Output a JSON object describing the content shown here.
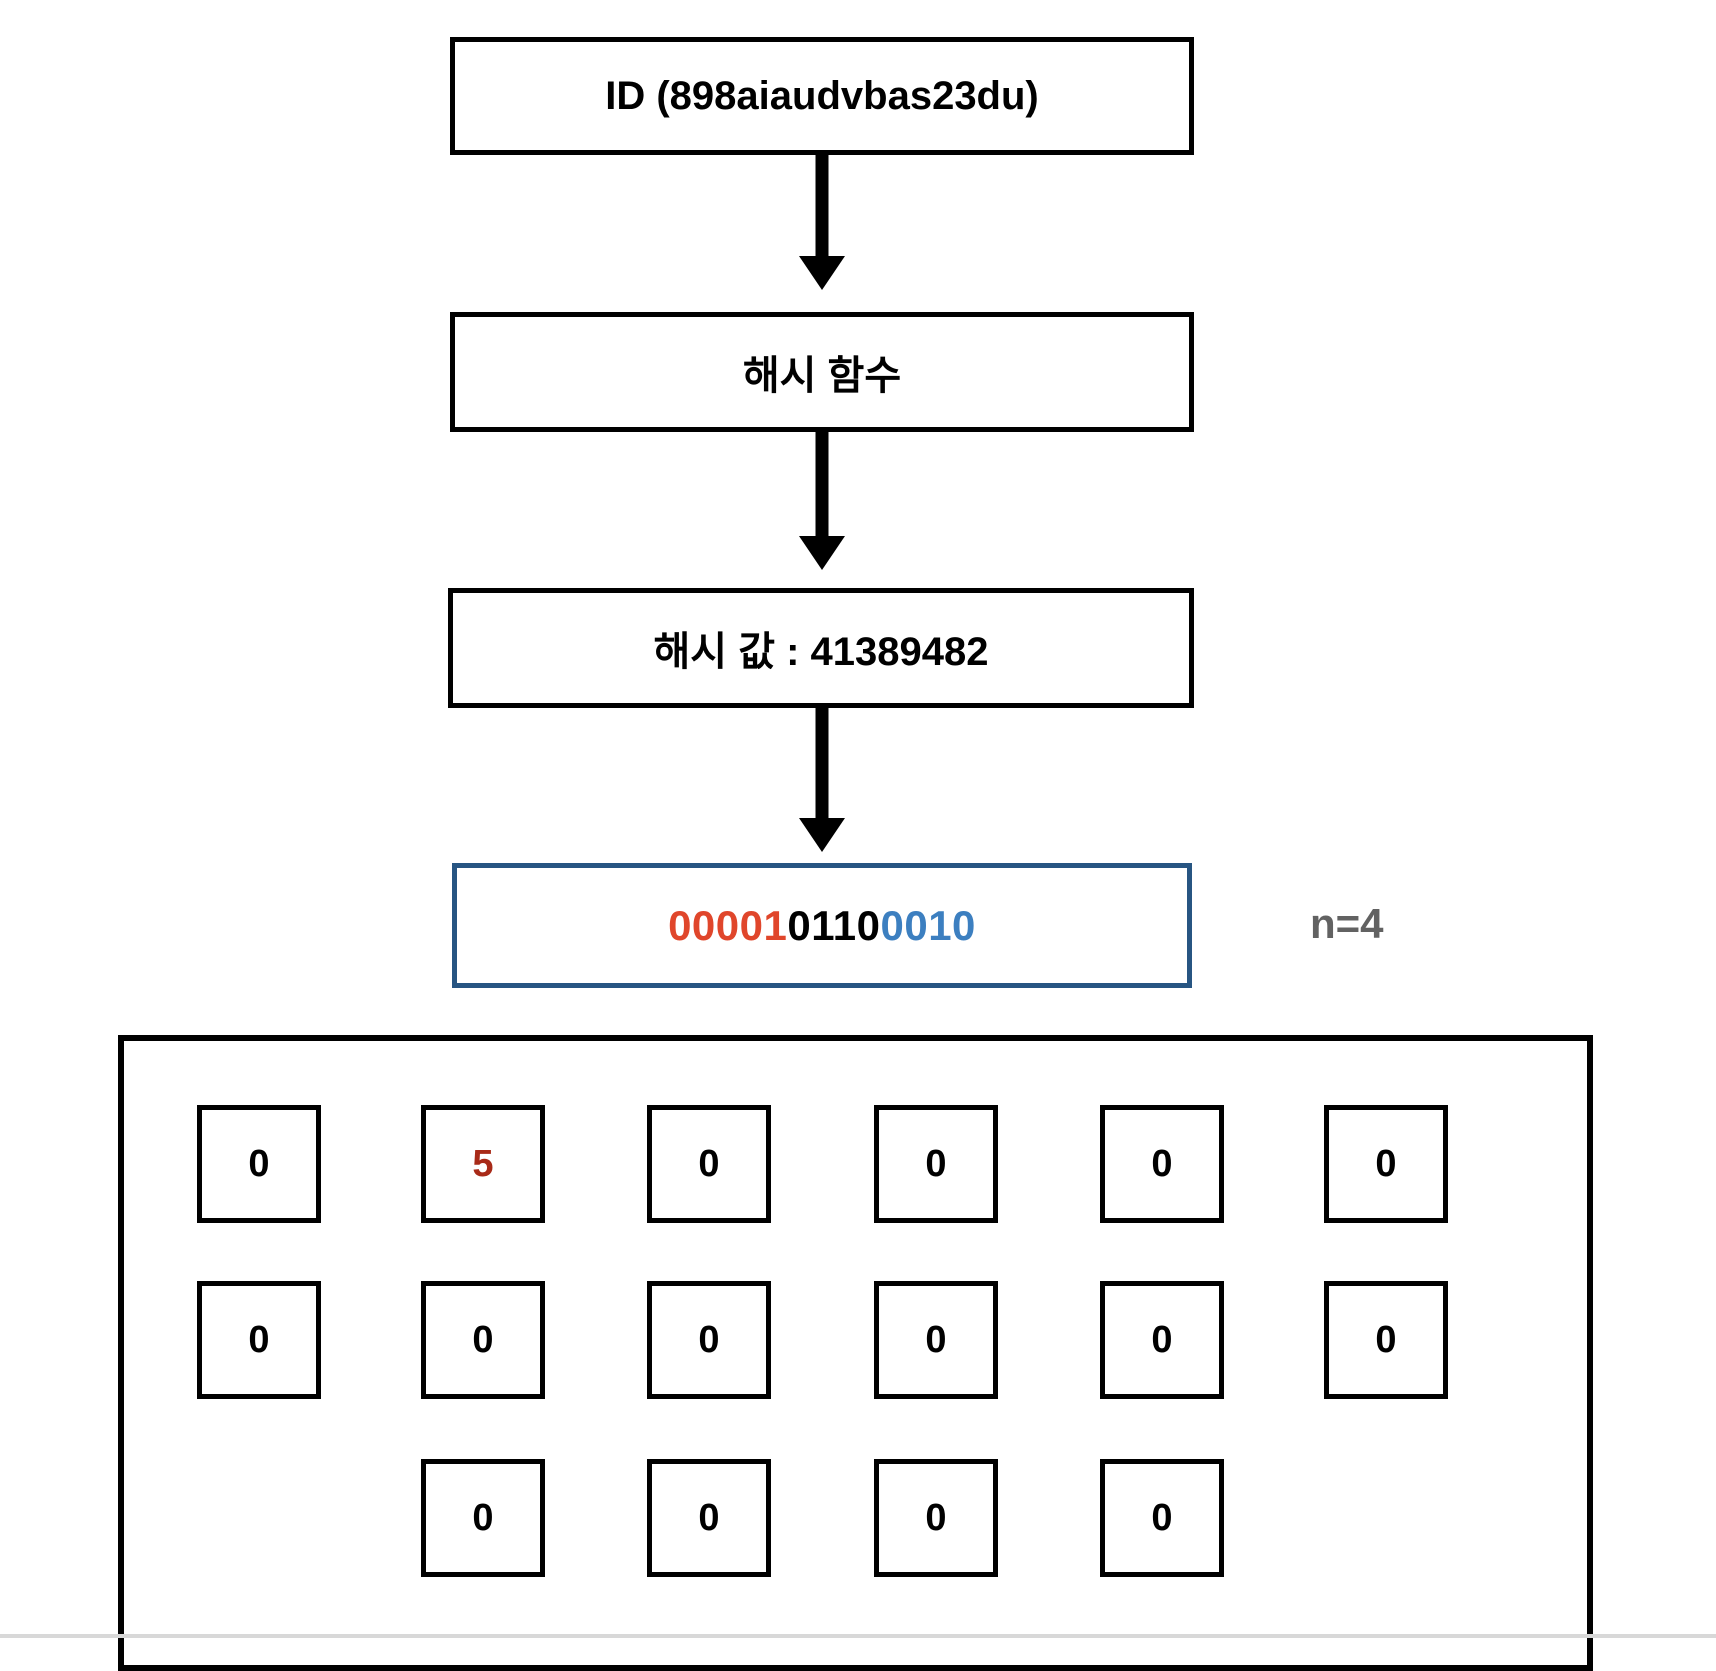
{
  "diagram": {
    "title_flow": [
      {
        "id": "id-box",
        "label": "ID (898aiaudvbas23du)"
      },
      {
        "id": "hash-func-box",
        "label": "해시 함수"
      },
      {
        "id": "hash-value-box",
        "label": "해시 값 : 41389482"
      }
    ],
    "binary_box": {
      "segments": [
        {
          "bits": "00001",
          "color_role": "red"
        },
        {
          "bits": "0110",
          "color_role": "black"
        },
        {
          "bits": "0010",
          "color_role": "blue"
        }
      ],
      "full_value": "0000101100010",
      "border_color": "#275582"
    },
    "n_label": "n=4",
    "colors": {
      "red": "#E0462B",
      "black": "#000000",
      "blue": "#3C7FC0",
      "gray": "#626262",
      "accent_dark_red": "#A82A18",
      "box_blue": "#275582"
    },
    "buckets": {
      "rows": [
        {
          "start_col": 0,
          "cells": [
            {
              "value": "0",
              "accent": false
            },
            {
              "value": "5",
              "accent": true
            },
            {
              "value": "0",
              "accent": false
            },
            {
              "value": "0",
              "accent": false
            },
            {
              "value": "0",
              "accent": false
            },
            {
              "value": "0",
              "accent": false
            }
          ]
        },
        {
          "start_col": 0,
          "cells": [
            {
              "value": "0",
              "accent": false
            },
            {
              "value": "0",
              "accent": false
            },
            {
              "value": "0",
              "accent": false
            },
            {
              "value": "0",
              "accent": false
            },
            {
              "value": "0",
              "accent": false
            },
            {
              "value": "0",
              "accent": false
            }
          ]
        },
        {
          "start_col": 1,
          "cells": [
            {
              "value": "0",
              "accent": false
            },
            {
              "value": "0",
              "accent": false
            },
            {
              "value": "0",
              "accent": false
            },
            {
              "value": "0",
              "accent": false
            }
          ]
        }
      ]
    }
  }
}
